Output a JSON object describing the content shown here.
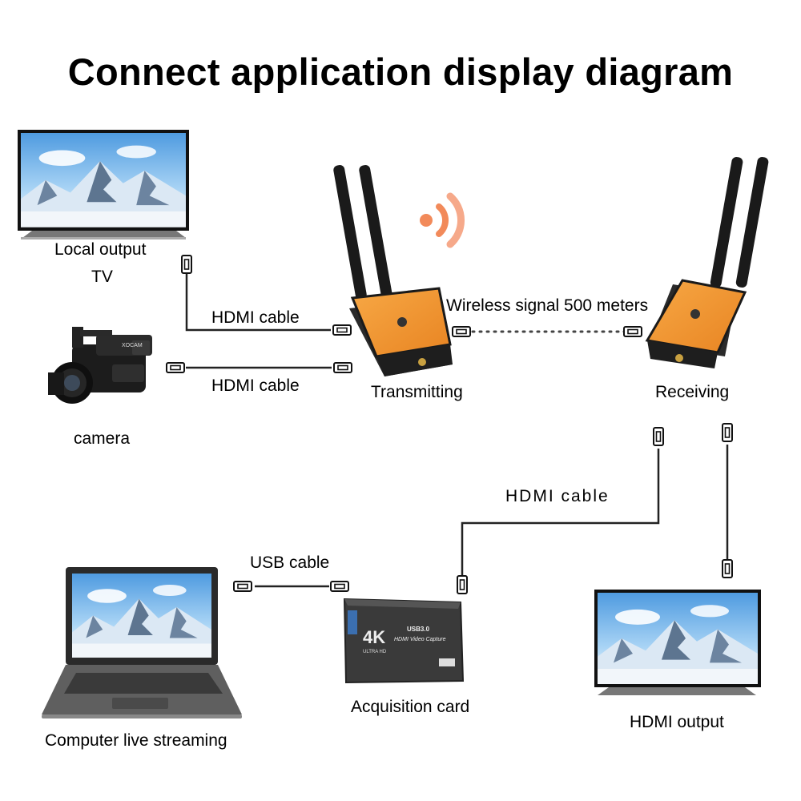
{
  "title": "Connect application display diagram",
  "labels": {
    "local_tv": "Local output",
    "local_tv_2": "TV",
    "camera": "camera",
    "hdmi_cable_tv": "HDMI cable",
    "hdmi_cable_camera": "HDMI cable",
    "transmitting": "Transmitting",
    "wireless": "Wireless signal 500 meters",
    "receiving": "Receiving",
    "hdmi_cable_rx": "HDMI cable",
    "usb_cable": "USB cable",
    "acquisition_card": "Acquisition card",
    "computer": "Computer live streaming",
    "hdmi_output": "HDMI output"
  },
  "device_text": {
    "card_4k": "4K",
    "card_ultrahd": "ULTRA HD",
    "card_usb": "USB3.0",
    "card_capture": "HDMI Video Capture",
    "camera_brand": "XOCAM"
  },
  "colors": {
    "transmitter_body": "#f0922e",
    "antenna": "#1a1a1a",
    "signal_waves": "#f28a5a",
    "card_body": "#3a3a3a",
    "sky": "#5aa7e6"
  }
}
